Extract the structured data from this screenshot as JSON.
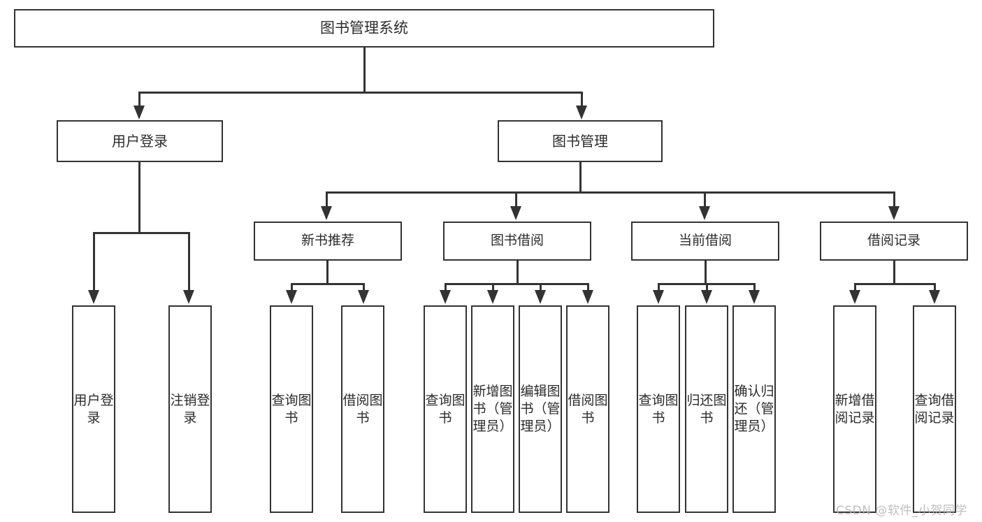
{
  "diagram": {
    "type": "tree-hierarchy",
    "title": "图书管理系统",
    "root": {
      "id": "root",
      "label": "图书管理系统"
    },
    "level1": [
      {
        "id": "user-login",
        "label": "用户登录"
      },
      {
        "id": "book-manage",
        "label": "图书管理"
      }
    ],
    "level2": [
      {
        "id": "new-book-recommend",
        "label": "新书推荐",
        "parent": "book-manage"
      },
      {
        "id": "book-borrow",
        "label": "图书借阅",
        "parent": "book-manage"
      },
      {
        "id": "current-borrow",
        "label": "当前借阅",
        "parent": "book-manage"
      },
      {
        "id": "borrow-record",
        "label": "借阅记录",
        "parent": "book-manage"
      }
    ],
    "leaves": [
      {
        "id": "leaf-user-login",
        "label": "用户登录",
        "parent": "user-login"
      },
      {
        "id": "leaf-user-logout",
        "label": "注销登录",
        "parent": "user-login"
      },
      {
        "id": "leaf-query-book-1",
        "label": "查询图书",
        "parent": "new-book-recommend"
      },
      {
        "id": "leaf-borrow-book-1",
        "label": "借阅图书",
        "parent": "new-book-recommend"
      },
      {
        "id": "leaf-query-book-2",
        "label": "查询图书",
        "parent": "book-borrow"
      },
      {
        "id": "leaf-add-book",
        "label": "新增图书（管理员）",
        "parent": "book-borrow"
      },
      {
        "id": "leaf-edit-book",
        "label": "编辑图书（管理员）",
        "parent": "book-borrow"
      },
      {
        "id": "leaf-borrow-book-2",
        "label": "借阅图书",
        "parent": "book-borrow"
      },
      {
        "id": "leaf-query-book-3",
        "label": "查询图书",
        "parent": "current-borrow"
      },
      {
        "id": "leaf-return-book",
        "label": "归还图书",
        "parent": "current-borrow"
      },
      {
        "id": "leaf-confirm-return",
        "label": "确认归还（管理员）",
        "parent": "current-borrow"
      },
      {
        "id": "leaf-add-record",
        "label": "新增借阅记录",
        "parent": "borrow-record"
      },
      {
        "id": "leaf-query-record",
        "label": "查询借阅记录",
        "parent": "borrow-record"
      }
    ],
    "colors": {
      "stroke": "#333333",
      "fill": "#ffffff",
      "text": "#2b2b2b",
      "watermark": "#b4b4b4"
    }
  },
  "watermark": {
    "text": "CSDN @软件_小贺同学"
  }
}
